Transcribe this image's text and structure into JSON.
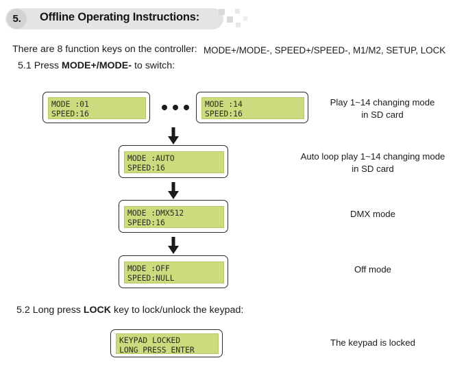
{
  "header": {
    "number": "5.",
    "title": "Offline Operating Instructions:"
  },
  "intro": {
    "sentence": "There are 8 function keys on the controller:",
    "keys": "MODE+/MODE-, SPEED+/SPEED-, M1/M2, SETUP, LOCK"
  },
  "steps": {
    "step_51": {
      "number": "5.1",
      "text_before": "Press",
      "emphasis": "MODE+/MODE-",
      "text_after": "to switch:"
    },
    "step_52": {
      "number": "5.2",
      "text_before": "Long press",
      "emphasis": "LOCK",
      "text_after": "key to lock/unlock the keypad:"
    }
  },
  "mode_flow": {
    "panels": [
      {
        "id": "mode-01",
        "line1": "MODE :01",
        "line2": "SPEED:16"
      },
      {
        "id": "mode-14",
        "line1": "MODE :14",
        "line2": "SPEED:16"
      },
      {
        "id": "mode-auto",
        "line1": "MODE :AUTO",
        "line2": "SPEED:16"
      },
      {
        "id": "mode-dmx512",
        "line1": "MODE :DMX512",
        "line2": "SPEED:16"
      },
      {
        "id": "mode-off",
        "line1": "MODE :OFF",
        "line2": "SPEED:NULL"
      }
    ],
    "ellipsis": "...",
    "captions": [
      {
        "id": "caption-play",
        "line1": "Play 1~14 changing mode",
        "line2": "in SD card"
      },
      {
        "id": "caption-auto",
        "line1": "Auto loop play 1~14 changing mode",
        "line2": "in SD card"
      },
      {
        "id": "caption-dmx",
        "line1": "DMX mode",
        "line2": ""
      },
      {
        "id": "caption-off",
        "line1": "Off mode",
        "line2": ""
      }
    ]
  },
  "lock_section": {
    "panel": {
      "id": "keypad-locked",
      "line1": "KEYPAD LOCKED",
      "line2": "LONG PRESS ENTER"
    },
    "caption": "The keypad is locked"
  },
  "colors": {
    "lcd_screen": "#ccdb7d",
    "lcd_border": "#b7c663",
    "panel_border": "#2b2b2b",
    "header_band": "#e4e4e4",
    "header_badge": "#d2d2d2",
    "deco_square": "#d9d9d9",
    "text": "#1a1a1a"
  }
}
